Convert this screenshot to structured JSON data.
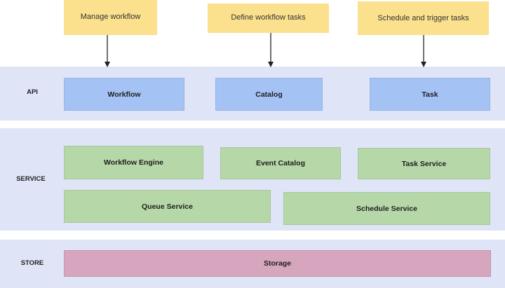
{
  "notes": {
    "manage": "Manage workflow",
    "define": "Define workflow tasks",
    "schedule": "Schedule and trigger tasks"
  },
  "layers": {
    "api": {
      "label": "API",
      "components": {
        "workflow": "Workflow",
        "catalog": "Catalog",
        "task": "Task"
      }
    },
    "service": {
      "label": "SERVICE",
      "components": {
        "workflow_engine": "Workflow Engine",
        "event_catalog": "Event Catalog",
        "task_service": "Task Service",
        "queue_service": "Queue Service",
        "schedule_service": "Schedule Service"
      }
    },
    "store": {
      "label": "STORE",
      "components": {
        "storage": "Storage"
      }
    }
  },
  "colors": {
    "note": "#fbe18d",
    "layer": "#dfe5f7",
    "api": "#a4c2f4",
    "service": "#b6d7a8",
    "store": "#d5a6bd",
    "arrow": "#222222"
  }
}
